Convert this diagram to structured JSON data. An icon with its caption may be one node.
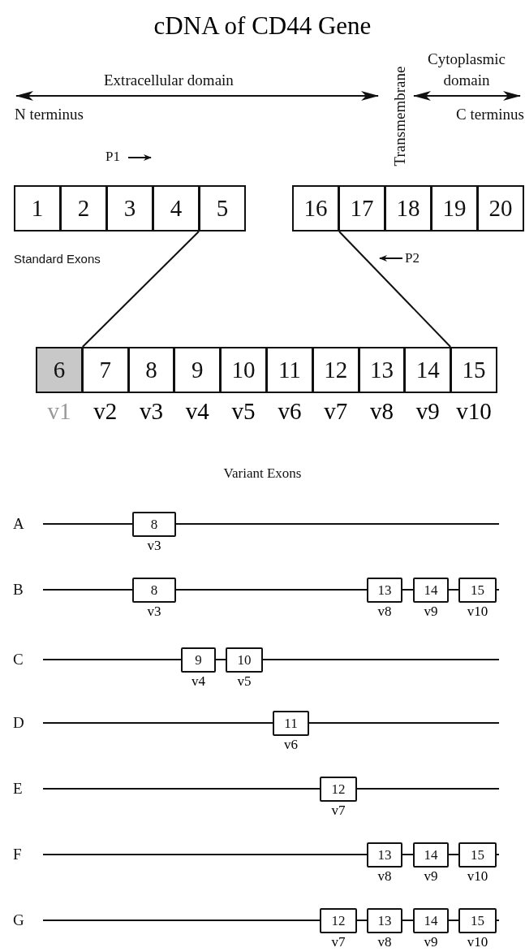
{
  "diagram": {
    "title": "cDNA of CD44 Gene",
    "nodes": [
      {
        "text": [
          "1"
        ]
      },
      {
        "text": [
          "2"
        ]
      },
      {
        "text": [
          "3"
        ]
      },
      {
        "text": [
          "4"
        ]
      },
      {
        "text": [
          "5"
        ]
      },
      {
        "text": [
          "16"
        ]
      },
      {
        "text": [
          "17"
        ]
      },
      {
        "text": [
          "18"
        ]
      },
      {
        "text": [
          "19"
        ]
      },
      {
        "text": [
          "20"
        ]
      },
      {
        "text": [
          "6"
        ],
        "beside": [
          "v1"
        ]
      },
      {
        "text": [
          "7"
        ],
        "beside": [
          "v2"
        ]
      },
      {
        "text": [
          "8"
        ],
        "beside": [
          "v3"
        ]
      },
      {
        "text": [
          "9"
        ],
        "beside": [
          "v4"
        ]
      },
      {
        "text": [
          "10"
        ],
        "beside": [
          "v5"
        ]
      },
      {
        "text": [
          "11"
        ],
        "beside": [
          "v6"
        ]
      },
      {
        "text": [
          "12"
        ],
        "beside": [
          "v7"
        ]
      },
      {
        "text": [
          "13"
        ],
        "beside": [
          "v8"
        ]
      },
      {
        "text": [
          "14"
        ],
        "beside": [
          "v9"
        ]
      },
      {
        "text": [
          "15"
        ],
        "beside": [
          "v10"
        ]
      },
      {
        "text": [
          "8"
        ],
        "beside": [
          "v3"
        ]
      },
      {
        "text": [
          "8"
        ],
        "beside": [
          "v3"
        ]
      },
      {
        "text": [
          "13"
        ],
        "beside": [
          "v8"
        ]
      },
      {
        "text": [
          "14"
        ],
        "beside": [
          "v9"
        ]
      },
      {
        "text": [
          "15"
        ],
        "beside": [
          "v10"
        ]
      },
      {
        "text": [
          "9"
        ],
        "beside": [
          "v4"
        ]
      },
      {
        "text": [
          "10"
        ],
        "beside": [
          "v5"
        ]
      },
      {
        "text": [
          "11"
        ],
        "beside": [
          "v6"
        ]
      },
      {
        "text": [
          "12"
        ],
        "beside": [
          "v7"
        ]
      },
      {
        "text": [
          "13"
        ],
        "beside": [
          "v8"
        ]
      },
      {
        "text": [
          "14"
        ],
        "beside": [
          "v9"
        ]
      },
      {
        "text": [
          "15"
        ],
        "beside": [
          "v10"
        ]
      },
      {
        "text": [
          "12"
        ],
        "beside": [
          "v7"
        ]
      },
      {
        "text": [
          "13"
        ],
        "beside": [
          "v8"
        ]
      },
      {
        "text": [
          "14"
        ],
        "beside": [
          "v9"
        ]
      },
      {
        "text": [
          "15"
        ],
        "beside": [
          "v10"
        ]
      }
    ],
    "edges": [
      {
        "from": 4,
        "to": 10,
        "arrow": "none"
      },
      {
        "from": 5,
        "to": 19,
        "arrow": "none"
      }
    ],
    "labels": [
      "Extracellular domain",
      "Transmembrane",
      "Cytoplasmic domain",
      "N terminus",
      "C terminus",
      "P1",
      "Standard Exons",
      "P2",
      "Variant Exons",
      "A",
      "B",
      "C",
      "D",
      "E",
      "F",
      "G"
    ]
  }
}
